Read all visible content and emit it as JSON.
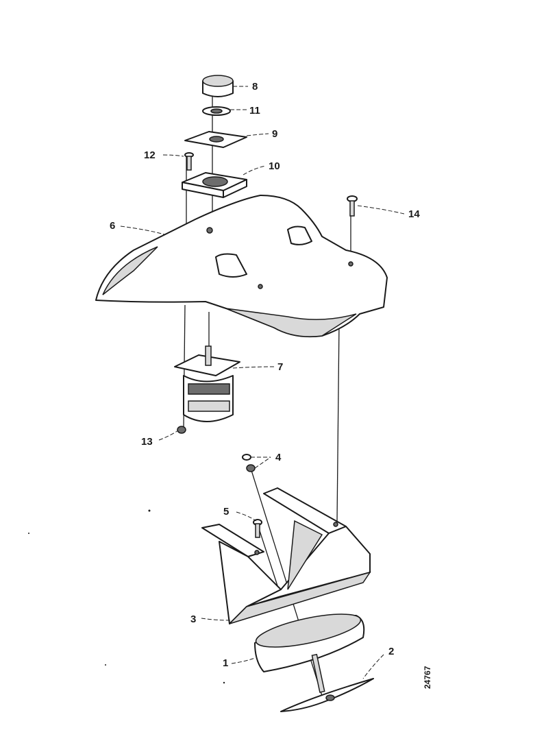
{
  "callouts": {
    "c1": "1",
    "c2": "2",
    "c3": "3",
    "c4": "4",
    "c5": "5",
    "c6": "6",
    "c7": "7",
    "c8": "8",
    "c9": "9",
    "c10": "10",
    "c11": "11",
    "c12": "12",
    "c13": "13",
    "c14": "14"
  },
  "reference_code": "24767"
}
